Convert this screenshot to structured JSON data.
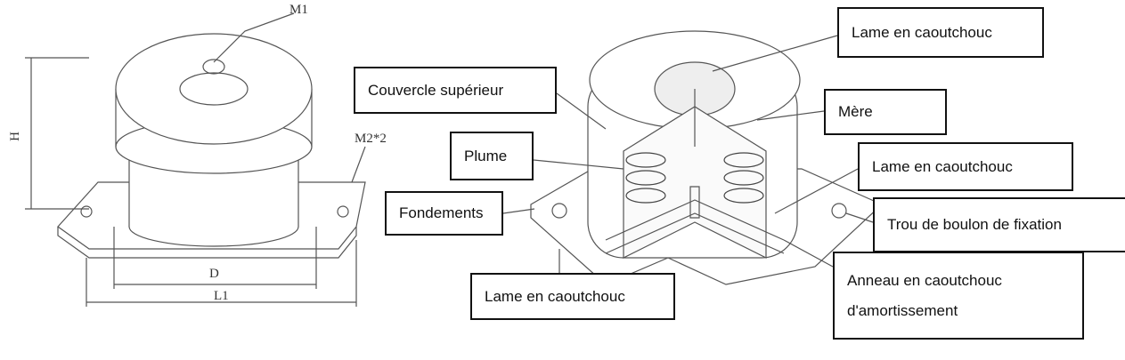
{
  "left_drawing": {
    "labels": {
      "m1": "M1",
      "h": "H",
      "m2": "M2*2",
      "d": "D",
      "l1": "L1"
    }
  },
  "callouts": {
    "lame_top": "Lame en caoutchouc",
    "couvercle": "Couvercle supérieur",
    "mere": "Mère",
    "plume": "Plume",
    "lame_mid": "Lame en caoutchouc",
    "fondements": "Fondements",
    "trou": "Trou de boulon de fixation",
    "lame_bottom": "Lame en caoutchouc",
    "anneau_line1": "Anneau en caoutchouc",
    "anneau_line2": "d'amortissement"
  }
}
